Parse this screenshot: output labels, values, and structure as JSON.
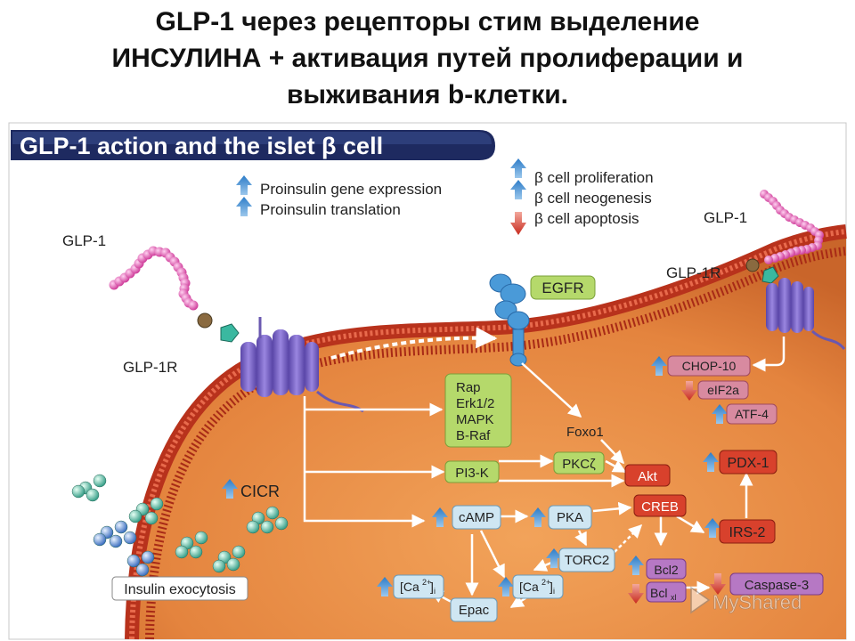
{
  "slide": {
    "title_line1": "GLP-1 через рецепторы стим выделение",
    "title_line2": "ИНСУЛИНА + активация путей пролиферации и",
    "title_line3": "выживания b-клетки."
  },
  "diagram": {
    "banner": "GLP-1 action and the islet β cell",
    "legend_top_left": [
      "Proinsulin gene expression",
      "Proinsulin translation"
    ],
    "legend_top_right": [
      "β cell proliferation",
      "β cell neogenesis",
      "β cell apoptosis"
    ],
    "glp1_left": "GLP-1",
    "glp1r_left": "GLP-1R",
    "glp1_right": "GLP-1",
    "glp1r_right": "GLP-1R",
    "egfr": "EGFR",
    "rap_box": [
      "Rap",
      "Erk1/2",
      "MAPK",
      "B-Raf"
    ],
    "foxo1": "Foxo1",
    "pi3k": "PI3-K",
    "pkcz": "PKCζ",
    "akt": "Akt",
    "camp": "cAMP",
    "pka": "PKA",
    "creb": "CREB",
    "torc2": "TORC2",
    "irs2": "IRS-2",
    "pdx1": "PDX-1",
    "bcl2": "Bcl2",
    "bclxl": "Bcl",
    "bclxl_sub": "xl",
    "caspase3": "Caspase-3",
    "ca_left": "[Ca",
    "ca_right": "[Ca",
    "ca_sup": "2+",
    "ca_sub": "i",
    "epac": "Epac",
    "chop10": "CHOP-10",
    "eif2a": "eIF2a",
    "atf4": "ATF-4",
    "cicr": "CICR",
    "insulin_exocytosis": "Insulin exocytosis",
    "watermark": "MyShared"
  },
  "colors": {
    "cell_fill": "#e4843e",
    "membrane": "#b8321c",
    "green_box": "#b5d96b",
    "blue_box": "#cfe6f2",
    "red_box": "#d8412c",
    "purple_box": "#b678c4",
    "pink_box": "#d88aa0",
    "up_arrow": "#3a8fd0",
    "down_arrow": "#d23a2a",
    "banner_bg": "#1e2a60",
    "receptor": "#7a63c0"
  }
}
